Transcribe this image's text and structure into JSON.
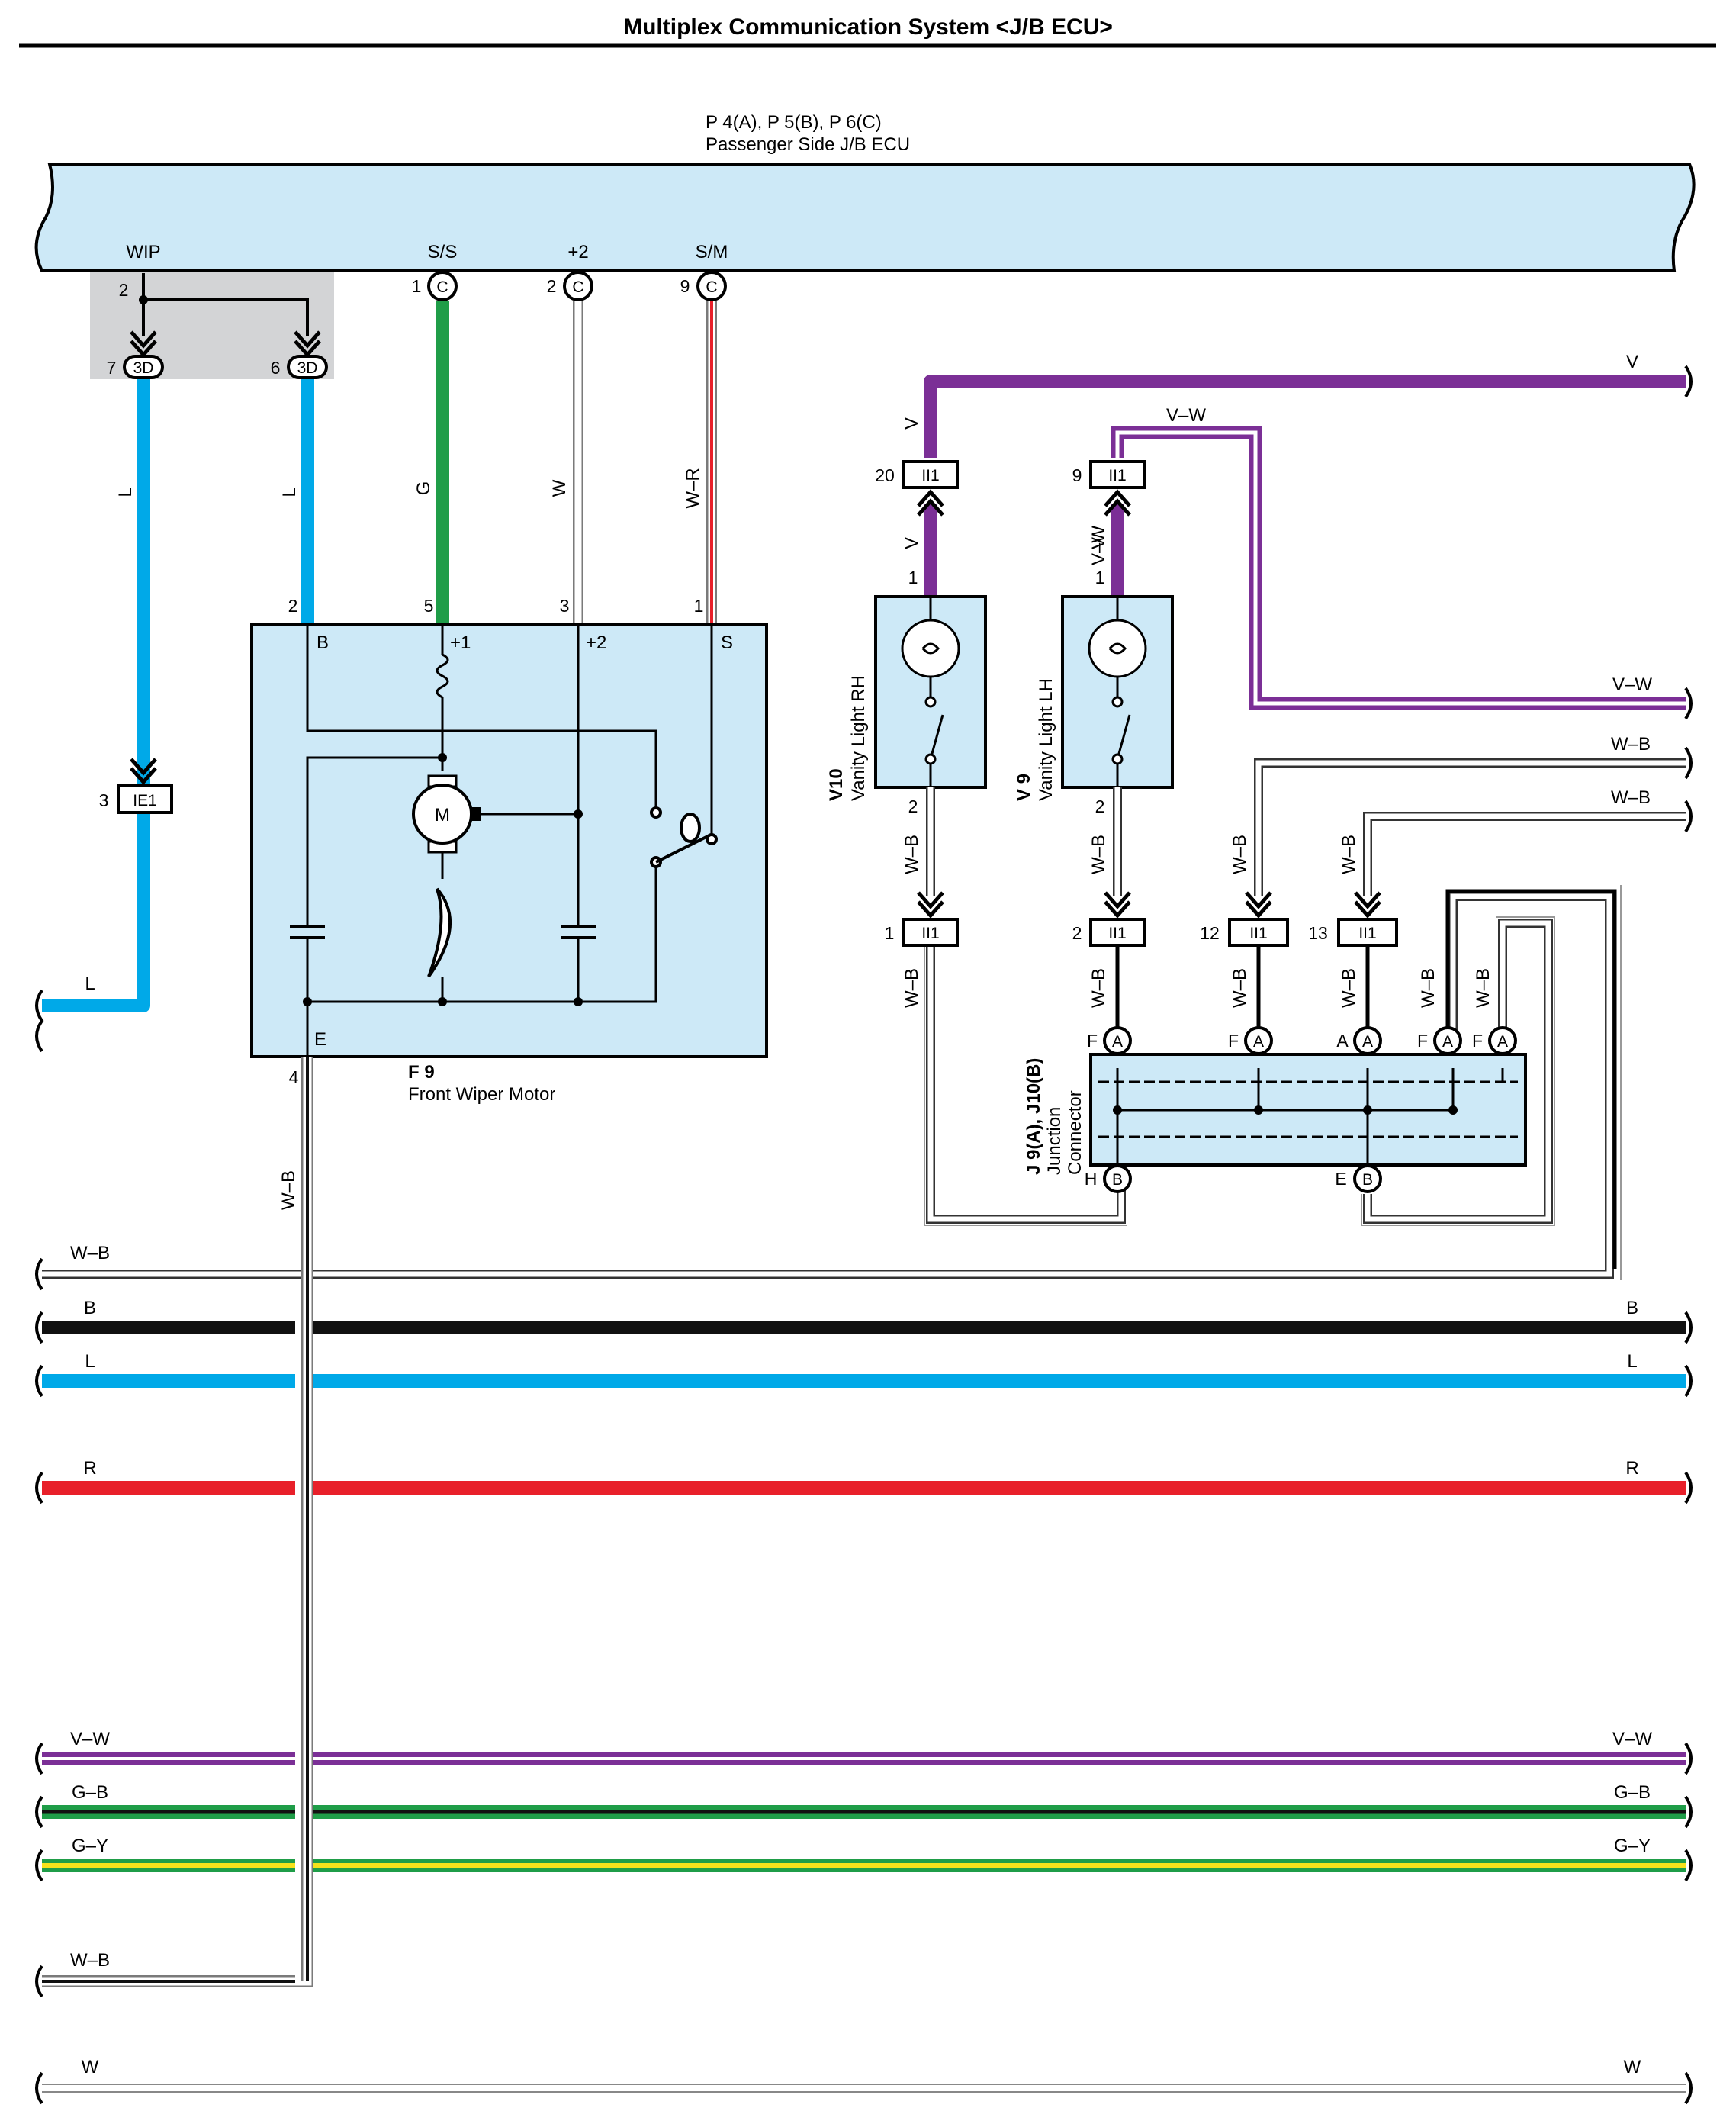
{
  "title": "Multiplex Communication System <J/B ECU>",
  "ecu": {
    "id": "P 4(A), P 5(B), P 6(C)",
    "name": "Passenger Side J/B ECU",
    "terminals": {
      "wip": "WIP",
      "ss": "S/S",
      "plus2": "+2",
      "sm": "S/M"
    },
    "pins": {
      "wip": "2",
      "ss": "1",
      "plus2": "2",
      "sm": "9"
    },
    "connector_letter": "C"
  },
  "junction_3d": {
    "code": "3D",
    "pin_left": "7",
    "pin_right": "6"
  },
  "ie1": {
    "code": "IE1",
    "pin": "3"
  },
  "i1": {
    "code": "II1",
    "pins": [
      "20",
      "9",
      "1",
      "2",
      "12",
      "13"
    ]
  },
  "motor": {
    "id": "F 9",
    "name": "Front Wiper Motor",
    "terminals": {
      "b": "B",
      "plus1": "+1",
      "plus2": "+2",
      "s": "S",
      "e": "E"
    },
    "pins": {
      "b": "2",
      "plus1": "5",
      "plus2": "3",
      "s": "1",
      "e": "4"
    },
    "motor_symbol": "M"
  },
  "vanity_rh": {
    "id": "V10",
    "name": "Vanity Light RH",
    "pin_top": "1",
    "pin_bottom": "2"
  },
  "vanity_lh": {
    "id": "V 9",
    "name": "Vanity Light LH",
    "pin_top": "1",
    "pin_bottom": "2"
  },
  "junction_connector": {
    "id": "J 9(A), J10(B)",
    "name_line1": "Junction",
    "name_line2": "Connector",
    "top_pins": [
      "F",
      "F",
      "A",
      "F",
      "F"
    ],
    "top_letters": [
      "A",
      "A",
      "A",
      "A",
      "A"
    ],
    "bottom_pins": [
      "H",
      "E"
    ],
    "bottom_letters": [
      "B",
      "B"
    ]
  },
  "wire_labels": {
    "l": "L",
    "g": "G",
    "w": "W",
    "wr": "W–R",
    "v": "V",
    "vw": "V–W",
    "wb": "W–B",
    "b": "B",
    "r": "R",
    "gb": "G–B",
    "gy": "G–Y"
  },
  "wire_colors": {
    "L": "#00a9e8",
    "G": "#1f9d48",
    "W": "#ffffff",
    "R": "#e8202a",
    "V": "#7b2f96",
    "B": "#111111",
    "Y": "#f5e21b",
    "panel": "#cde9f7",
    "gray_box": "#d3d4d6"
  }
}
